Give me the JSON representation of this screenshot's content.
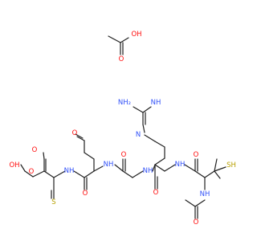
{
  "colors": {
    "bond": "#202020",
    "O": "#ff0d0d",
    "N": "#3050f8",
    "S": "#b8a000",
    "background": "#ffffff"
  },
  "atoms": {
    "acetic_O_hydroxyl": "OH",
    "acetic_O_carbonyl": "O",
    "arg_NH2_left": "NH₂",
    "arg_NH_top": "NH",
    "arg_N_imine": "N",
    "peroxy_O": "O",
    "peroxy_OH": "OH",
    "cys_S": "S",
    "cys_carbonyl_O_top": "O",
    "cys_amide_NH": "NH",
    "asp_aldehyde_O": "O",
    "asp_carbonyl_O": "O",
    "asp_amide_NH": "NH",
    "gly_carbonyl_O": "O",
    "gly_amide_NH": "NH",
    "arg_carbonyl_O": "O",
    "arg_amide_NH": "NH",
    "pen_carbonyl_O": "O",
    "pen_SH": "SH",
    "pen_amide_NH": "NH",
    "acetyl_O": "O"
  }
}
